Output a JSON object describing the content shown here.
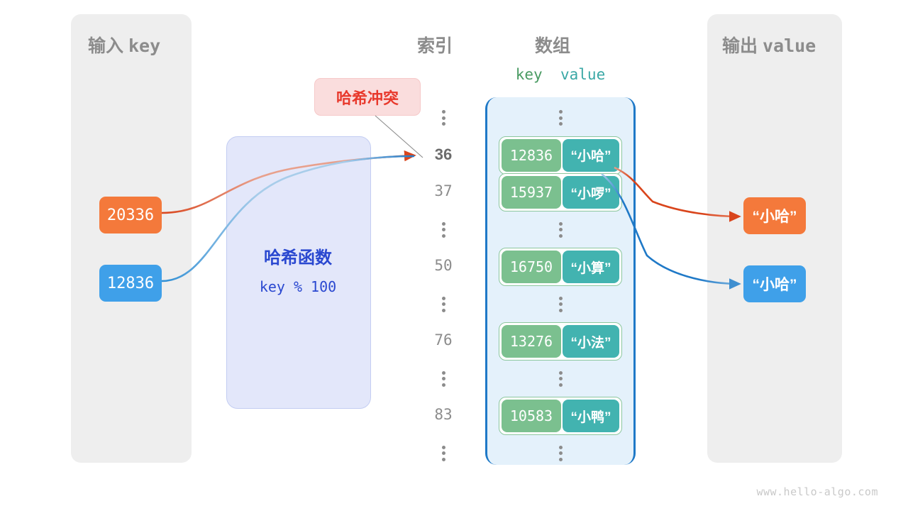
{
  "watermark": "www.hello-algo.com",
  "input_panel": {
    "title_cjk": "输入",
    "title_mono": "key",
    "keys": [
      {
        "value": "20336",
        "color": "#f4793b"
      },
      {
        "value": "12836",
        "color": "#3fa0e9"
      }
    ]
  },
  "output_panel": {
    "title_cjk": "输出",
    "title_mono": "value",
    "values": [
      {
        "value": "“小哈”",
        "color": "#f4793b"
      },
      {
        "value": "“小哈”",
        "color": "#3fa0e9"
      }
    ]
  },
  "hash_function": {
    "title": "哈希函数",
    "formula": "key % 100",
    "text_color": "#2a48d0",
    "fill": "#e3e7fa"
  },
  "collision_badge": {
    "label": "哈希冲突",
    "text_color": "#e8392c",
    "fill": "#fadddd"
  },
  "array": {
    "header_index": "索引",
    "header_array": "数组",
    "column_key": "key",
    "column_value": "value",
    "key_color": "#7bc08f",
    "value_color": "#42b3b0",
    "container_fill": "#e4f1fb",
    "container_border": "#1f79c7",
    "rows": [
      {
        "index": "⋮",
        "kind": "dots"
      },
      {
        "index": "36",
        "kind": "bucket",
        "key": "12836",
        "value": "“小哈”",
        "highlight": true
      },
      {
        "index": "37",
        "kind": "bucket",
        "key": "15937",
        "value": "“小啰”",
        "highlight": false
      },
      {
        "index": "⋮",
        "kind": "dots"
      },
      {
        "index": "50",
        "kind": "bucket",
        "key": "16750",
        "value": "“小算”",
        "highlight": false
      },
      {
        "index": "⋮",
        "kind": "dots"
      },
      {
        "index": "76",
        "kind": "bucket",
        "key": "13276",
        "value": "“小法”",
        "highlight": false
      },
      {
        "index": "⋮",
        "kind": "dots"
      },
      {
        "index": "83",
        "kind": "bucket",
        "key": "10583",
        "value": "“小鸭”",
        "highlight": false
      },
      {
        "index": "⋮",
        "kind": "dots"
      }
    ]
  },
  "connectors": {
    "orange": "#d9451c",
    "blue": "#1f79c7",
    "leader": "#8c8c8c"
  }
}
